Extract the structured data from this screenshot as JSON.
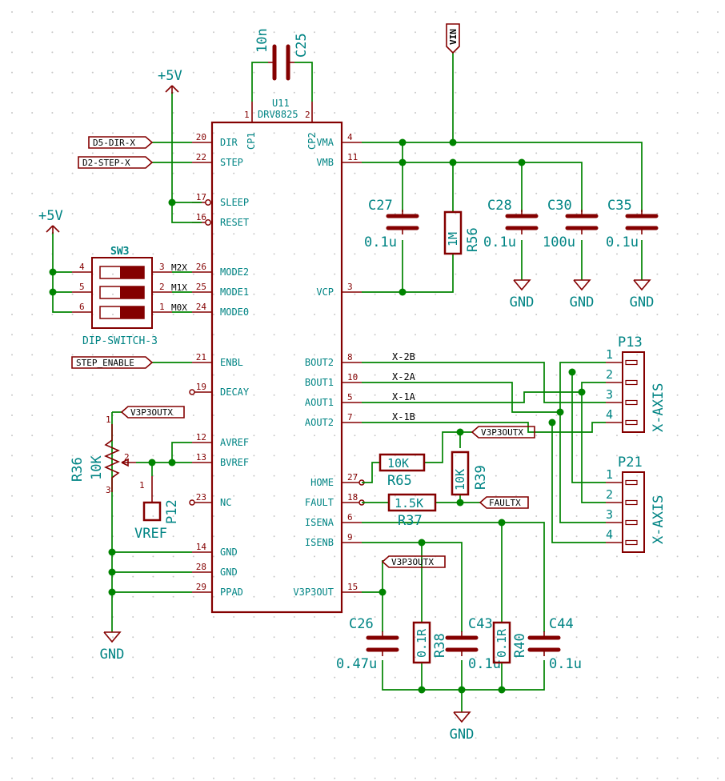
{
  "chip": {
    "ref": "U11",
    "value": "DRV8825",
    "cp1": "CP1",
    "cp2": "CP2",
    "left_pins": [
      {
        "name": "DIR",
        "num": "20"
      },
      {
        "name": "STEP",
        "num": "22"
      },
      {
        "name": "SLEEP",
        "num": "17"
      },
      {
        "name": "RESET",
        "num": "16"
      },
      {
        "name": "MODE2",
        "num": "26"
      },
      {
        "name": "MODE1",
        "num": "25"
      },
      {
        "name": "MODE0",
        "num": "24"
      },
      {
        "name": "ENBL",
        "num": "21"
      },
      {
        "name": "DECAY",
        "num": "19"
      },
      {
        "name": "AVREF",
        "num": "12"
      },
      {
        "name": "BVREF",
        "num": "13"
      },
      {
        "name": "NC",
        "num": "23"
      },
      {
        "name": "GND",
        "num": "14"
      },
      {
        "name": "GND",
        "num": "28"
      },
      {
        "name": "PPAD",
        "num": "29"
      }
    ],
    "right_pins": [
      {
        "name": "VMA",
        "num": "4"
      },
      {
        "name": "VMB",
        "num": "11"
      },
      {
        "name": "VCP",
        "num": "3"
      },
      {
        "name": "BOUT2",
        "num": "8"
      },
      {
        "name": "BOUT1",
        "num": "10"
      },
      {
        "name": "AOUT1",
        "num": "5"
      },
      {
        "name": "AOUT2",
        "num": "7"
      },
      {
        "name": "HOME",
        "num": "27"
      },
      {
        "name": "FAULT",
        "num": "18"
      },
      {
        "name": "ISENA",
        "num": "6"
      },
      {
        "name": "ISENB",
        "num": "9"
      },
      {
        "name": "V3P3OUT",
        "num": "15"
      }
    ],
    "cp1_num": "1",
    "cp2_num": "2"
  },
  "labels": {
    "dir": "D5-DIR-X",
    "step": "D2-STEP-X",
    "enable": "STEP_ENABLE",
    "vin": "VIN",
    "v3p3_a": "V3P3OUTX",
    "v3p3_b": "V3P3OUTX",
    "v3p3_c": "V3P3OUTX",
    "fault": "FAULTX"
  },
  "power": {
    "p5v_a": "+5V",
    "p5v_b": "+5V",
    "gnd": "GND"
  },
  "nets": {
    "m2x": "M2X",
    "m1x": "M1X",
    "m0x": "M0X",
    "x2b": "X-2B",
    "x2a": "X-2A",
    "x1a": "X-1A",
    "x1b": "X-1B"
  },
  "switch": {
    "ref": "SW3",
    "value": "DIP-SWITCH-3",
    "left_pins": [
      "4",
      "5",
      "6"
    ],
    "right_pins": [
      "3",
      "2",
      "1"
    ]
  },
  "components": {
    "c25": {
      "ref": "C25",
      "value": "10n"
    },
    "c27": {
      "ref": "C27",
      "value": "0.1u"
    },
    "c28": {
      "ref": "C28",
      "value": "0.1u"
    },
    "c30": {
      "ref": "C30",
      "value": "100u"
    },
    "c35": {
      "ref": "C35",
      "value": "0.1u"
    },
    "r56": {
      "ref": "R56",
      "value": "1M"
    },
    "r65": {
      "ref": "R65",
      "value": "10K"
    },
    "r39": {
      "ref": "R39",
      "value": "10K"
    },
    "r37": {
      "ref": "R37",
      "value": "1.5K"
    },
    "r36": {
      "ref": "R36",
      "value": "10K"
    },
    "p12": {
      "ref": "P12",
      "value": "VREF",
      "pin": "1"
    },
    "c26": {
      "ref": "C26",
      "value": "0.47u"
    },
    "r38": {
      "ref": "R38",
      "value": "0.1R"
    },
    "c43": {
      "ref": "C43",
      "value": "0.1u"
    },
    "r40": {
      "ref": "R40",
      "value": "0.1R"
    },
    "c44": {
      "ref": "C44",
      "value": "0.1u"
    }
  },
  "pot_pins": {
    "p1": "1",
    "p2": "2",
    "p3": "3"
  },
  "connectors": {
    "p13": {
      "ref": "P13",
      "value": "X-AXIS",
      "pins": [
        "1",
        "2",
        "3",
        "4"
      ]
    },
    "p21": {
      "ref": "P21",
      "value": "X-AXIS",
      "pins": [
        "1",
        "2",
        "3",
        "4"
      ]
    }
  },
  "colors": {
    "wire": "#008400",
    "part": "#840000",
    "text": "#008484"
  }
}
